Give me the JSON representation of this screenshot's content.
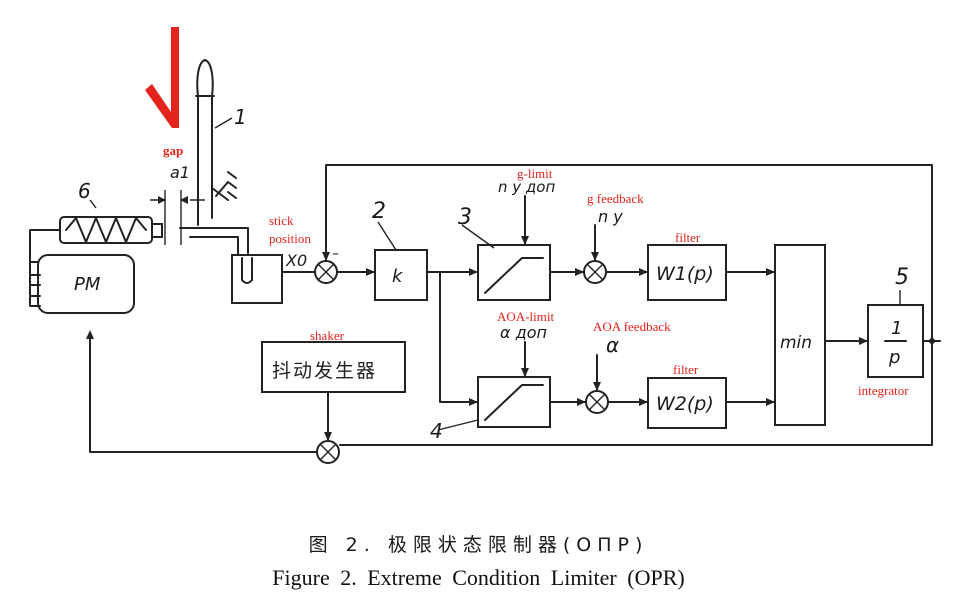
{
  "annotations": {
    "gap": "gap",
    "stick_position_1": "stick",
    "stick_position_2": "position",
    "g_limit": "g-limit",
    "g_feedback": "g  feedback",
    "filter_top": "filter",
    "aoa_limit": "AOA-limit",
    "aoa_feedback": "AOA  feedback",
    "filter_bottom": "filter",
    "shaker": "shaker",
    "integrator": "integrator"
  },
  "handwritten": {
    "label_6": "6",
    "label_1": "1",
    "label_2": "2",
    "label_3": "3",
    "label_4": "4",
    "label_5": "5",
    "a1": "a1",
    "x0": "X0",
    "minus": "–",
    "n_limit": "n y доп",
    "n_y": "n y",
    "alpha_limit": "α доп",
    "alpha": "α",
    "k": "k",
    "pm": "PM",
    "w1": "W1(p)",
    "w2": "W2(p)",
    "min": "min",
    "one": "1",
    "p": "p"
  },
  "blocks": {
    "shaker_generator": "抖动发生器"
  },
  "caption": {
    "chinese": "图 2. 极限状态限制器(ОПР)",
    "english": "Figure 2. Extreme Condition Limiter (OPR)"
  },
  "colors": {
    "annotation": "#e4231c",
    "ink": "#222222"
  }
}
